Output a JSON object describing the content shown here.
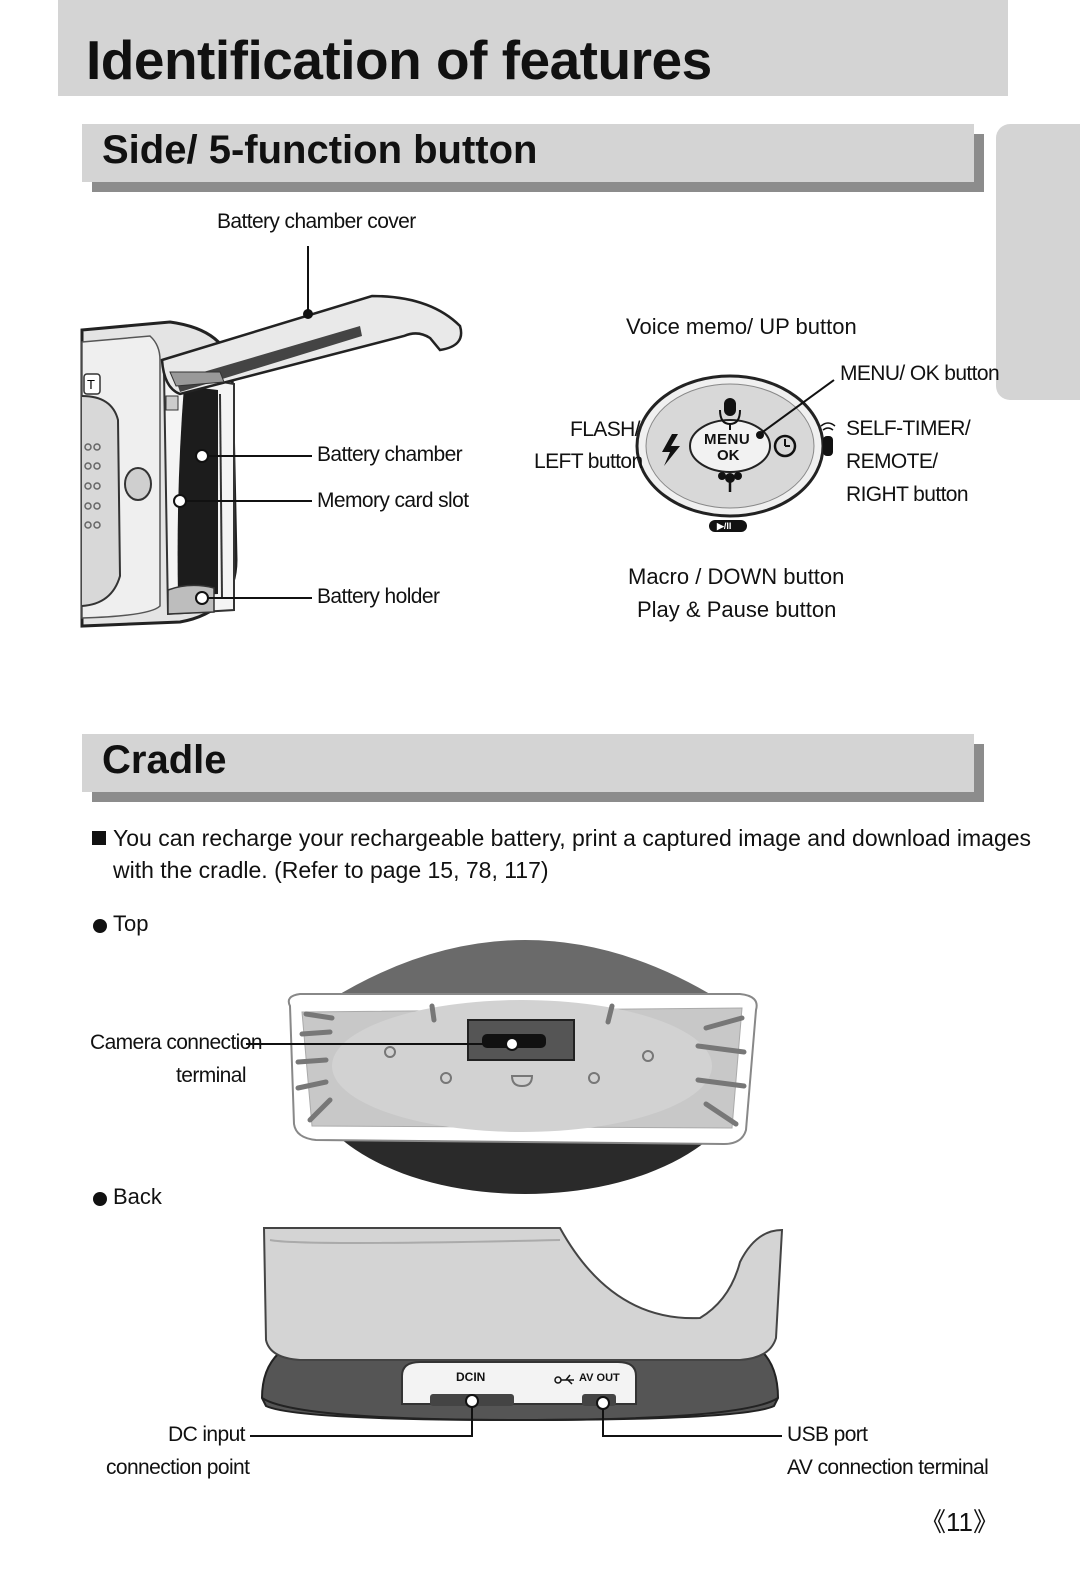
{
  "page": {
    "title": "Identification of features",
    "number": "《11》"
  },
  "sections": {
    "side": {
      "title": "Side/ 5-function button",
      "labels": {
        "battery_chamber_cover": "Battery chamber cover",
        "battery_chamber": "Battery chamber",
        "memory_card_slot": "Memory card slot",
        "battery_holder": "Battery holder",
        "voice_memo_up": "Voice memo/ UP button",
        "menu_ok": "MENU/ OK button",
        "flash_line1": "FLASH/",
        "flash_line2": "LEFT button",
        "self_timer_line1": "SELF-TIMER/",
        "self_timer_line2": "REMOTE/",
        "self_timer_line3": "RIGHT button",
        "macro_down": "Macro / DOWN button",
        "play_pause": "Play & Pause button"
      },
      "dial": {
        "menu_text": "MENU",
        "ok_text": "OK",
        "play_text": "▶/II",
        "icons": [
          "microphone-icon",
          "flash-icon",
          "self-timer-icon",
          "macro-icon",
          "remote-icon"
        ]
      },
      "camera": {
        "zoom_key": "T"
      }
    },
    "cradle": {
      "title": "Cradle",
      "description_line1": "You can recharge your rechargeable battery, print a captured image and download images",
      "description_line2": "with the cradle. (Refer to page 15, 78, 117)",
      "top": {
        "label": "Top",
        "camera_connection_line1": "Camera connection",
        "camera_connection_line2": "terminal"
      },
      "back": {
        "label": "Back",
        "dcin_text": "DCIN",
        "avout_text": "AV OUT",
        "dc_input_line1": "DC input",
        "dc_input_line2": "connection point",
        "usb_line1": "USB port",
        "usb_line2": "AV connection terminal"
      }
    }
  },
  "colors": {
    "header_gray": "#d4d4d4",
    "shadow_gray": "#8c8c8c"
  }
}
